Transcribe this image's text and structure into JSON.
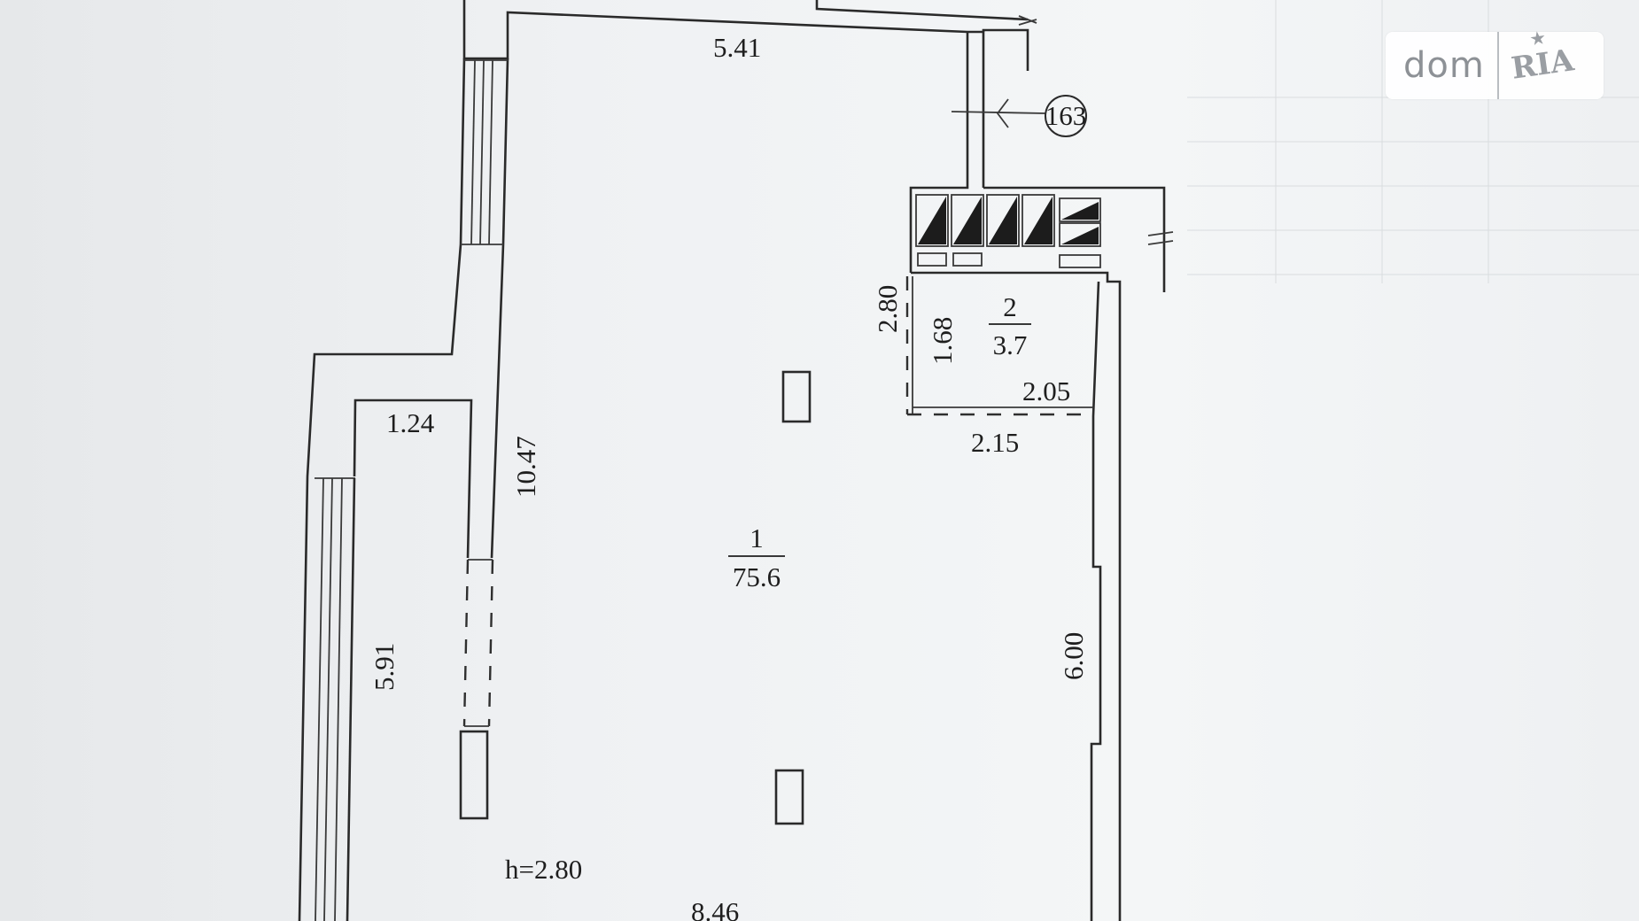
{
  "watermark": {
    "brand_left": "dom",
    "brand_right": "RIA"
  },
  "plan": {
    "rooms": [
      {
        "number": "1",
        "area": "75.6"
      },
      {
        "number": "2",
        "area": "3.7"
      }
    ],
    "dimensions": {
      "top_width": "5.41",
      "left_length": "10.47",
      "niche_width": "1.24",
      "niche_length": "5.91",
      "room2_height": "2.80",
      "room2_inner": "1.68",
      "room2_width_upper": "2.05",
      "room2_width_lower": "2.15",
      "right_length": "6.00",
      "bottom_width": "8.46"
    },
    "ceiling_height": "h=2.80",
    "reference_marker": "163"
  }
}
